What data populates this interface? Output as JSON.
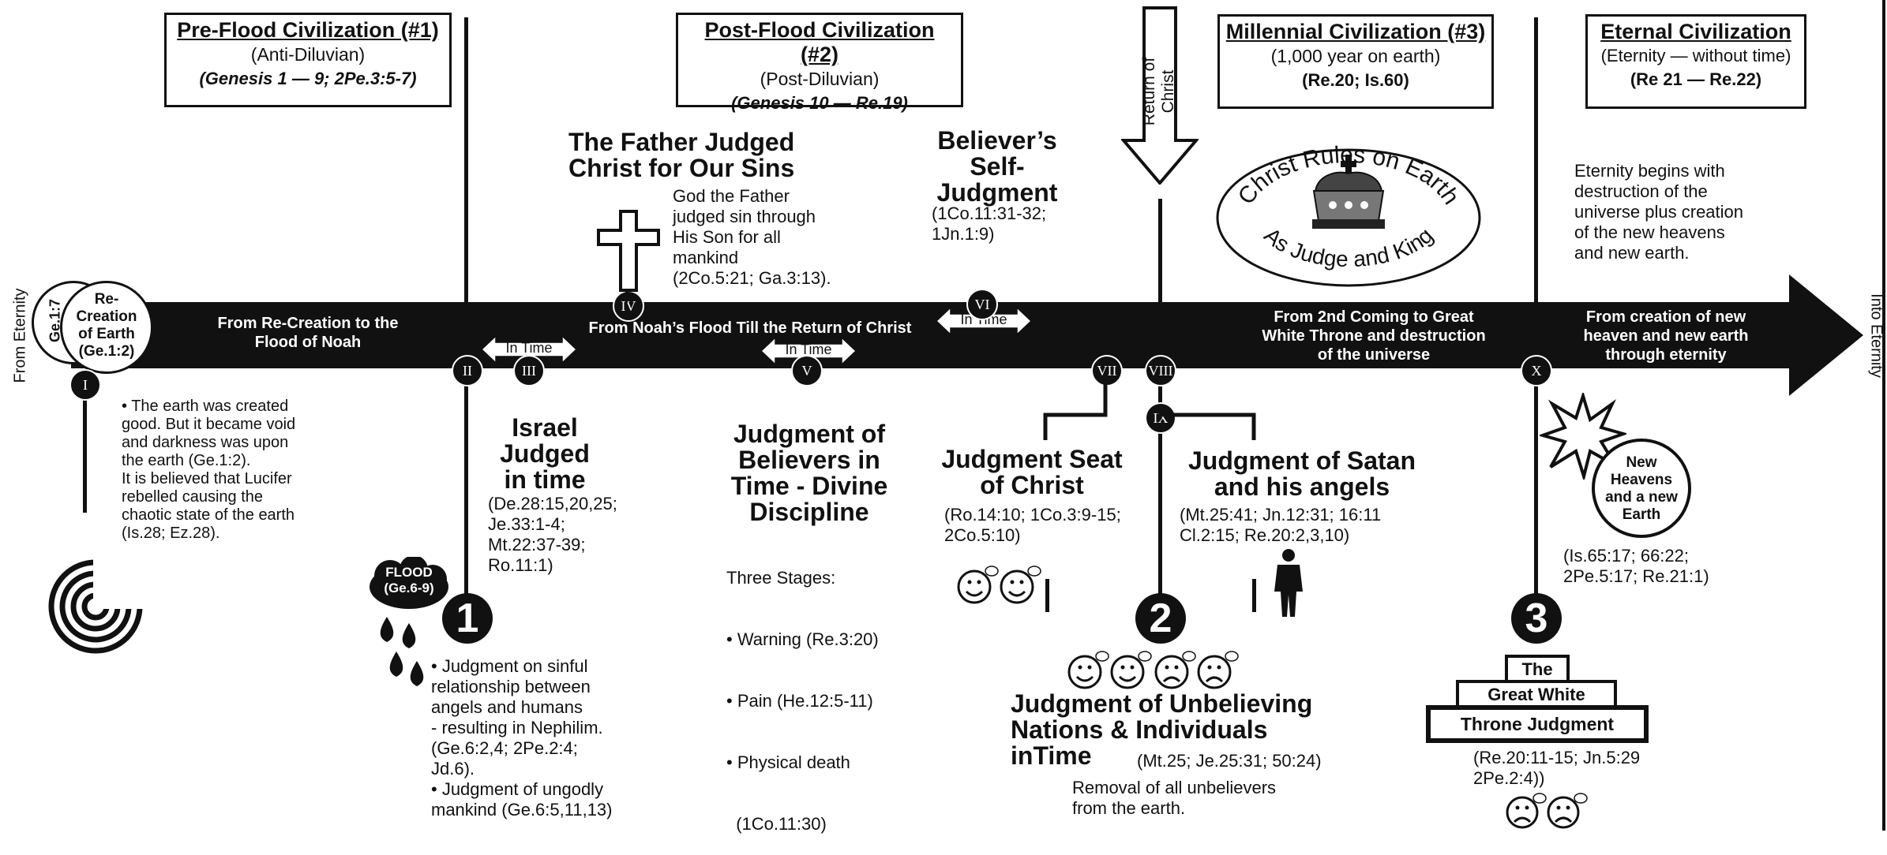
{
  "eras": [
    {
      "title": "Pre-Flood Civilization (#1)",
      "subtitle": "(Anti-Diluvian)",
      "ref": "(Genesis 1 — 9; 2Pe.3:5-7)"
    },
    {
      "title": "Post-Flood Civilization (#2)",
      "subtitle": "(Post-Diluvian)",
      "ref": "(Genesis 10 — Re.19)"
    },
    {
      "title": "Millennial Civilization (#3)",
      "subtitle": "(1,000 year on earth)",
      "ref": "(Re.20; Is.60)"
    },
    {
      "title": "Eternal Civilization",
      "subtitle": "(Eternity — without time)",
      "ref": "(Re 21 — Re.22)"
    }
  ],
  "edges": {
    "left": "From Eternity",
    "right": "Into Eternity"
  },
  "return_of_christ": "Return of Christ",
  "start_circle": {
    "ref": "Ge.1:7",
    "label_1": "Re-",
    "label_2": "Creation",
    "label_3": "of Earth",
    "label_4": "(Ge.1:2)"
  },
  "band": {
    "segment_1": {
      "line1": "From Re-Creation to the",
      "line2": "Flood of Noah"
    },
    "segment_2": "From Noah’s Flood Till the Return of Christ",
    "segment_3": {
      "line1": "From 2nd Coming to Great",
      "line2": "White Throne and destruction",
      "line3": "of the universe"
    },
    "segment_4": {
      "line1": "From creation of new",
      "line2": "heaven and new earth",
      "line3": "through eternity"
    }
  },
  "in_time_label": "In Time",
  "numerals": [
    "I",
    "II",
    "III",
    "IV",
    "V",
    "VI",
    "VII",
    "VIII",
    "IX",
    "X"
  ],
  "big_numbers": [
    "1",
    "2",
    "3"
  ],
  "judgment_I": {
    "lines": [
      "• The earth was created",
      "good. But it became void",
      "and darkness was upon",
      "the earth (Ge.1:2).",
      "It is believed that Lucifer",
      "rebelled causing the",
      "chaotic state of the earth",
      "(Is.28; Ez.28)."
    ]
  },
  "flood": {
    "label_1": "FLOOD",
    "label_2": "(Ge.6-9)"
  },
  "judgment_1_text": {
    "lines": [
      "• Judgment on sinful",
      "relationship between",
      "angels and humans",
      "- resulting in Nephilim.",
      "(Ge.6:2,4; 2Pe.2:4;",
      "Jd.6).",
      "• Judgment of ungodly",
      "mankind (Ge.6:5,11,13)"
    ]
  },
  "israel": {
    "heading": [
      "Israel",
      "Judged",
      "in time"
    ],
    "refs": [
      "(De.28:15,20,25;",
      "Je.33:1-4;",
      "Mt.22:37-39;",
      "Ro.11:1)"
    ]
  },
  "father": {
    "heading": [
      "The Father Judged",
      "Christ for Our Sins"
    ],
    "body": [
      "God the Father",
      "judged sin through",
      "His Son for all",
      "mankind",
      "(2Co.5:21; Ga.3:13)."
    ]
  },
  "believers": {
    "heading": [
      "Judgment of",
      "Believers in",
      "Time - Divine",
      "Discipline"
    ],
    "body": [
      "Three Stages:",
      "• Warning (Re.3:20)",
      "• Pain (He.12:5-11)",
      "• Physical death",
      "  (1Co.11:30)"
    ]
  },
  "self_judgment": {
    "heading": [
      "Believer’s",
      "Self-",
      "Judgment"
    ],
    "refs": [
      "(1Co.11:31-32;",
      "1Jn.1:9)"
    ]
  },
  "christ_rules": {
    "top": "Christ Rules on Earth",
    "bottom": "As Judge and King"
  },
  "seat": {
    "heading": [
      "Judgment Seat",
      "of Christ"
    ],
    "refs": [
      "(Ro.14:10; 1Co.3:9-15;",
      "2Co.5:10)"
    ]
  },
  "satan": {
    "heading": [
      "Judgment of Satan",
      "and his angels"
    ],
    "refs": [
      "(Mt.25:41; Jn.12:31; 16:11",
      "Cl.2:15; Re.20:2,3,10)"
    ]
  },
  "nations": {
    "heading": [
      "Judgment of Unbelieving",
      "Nations & Individuals",
      "inTime"
    ],
    "refs": "(Mt.25; Je.25:31; 50:24)",
    "body": [
      "Removal of all unbelievers",
      "from the earth."
    ]
  },
  "eternity": {
    "lines": [
      "Eternity begins with",
      "destruction of the",
      "universe plus creation",
      "of the new heavens",
      "and new earth."
    ]
  },
  "new_heavens": {
    "label": [
      "New",
      "Heavens",
      "and a new",
      "Earth"
    ],
    "refs": [
      "(Is.65:17; 66:22;",
      "2Pe.5:17; Re.21:1)"
    ]
  },
  "gwt": {
    "line1": "The",
    "line2": "Great White",
    "line3": "Throne Judgment",
    "refs": [
      "(Re.20:11-15; Jn.5:29",
      "2Pe.2:4))"
    ]
  },
  "colors": {
    "ink": "#111111",
    "paper": "#ffffff"
  }
}
